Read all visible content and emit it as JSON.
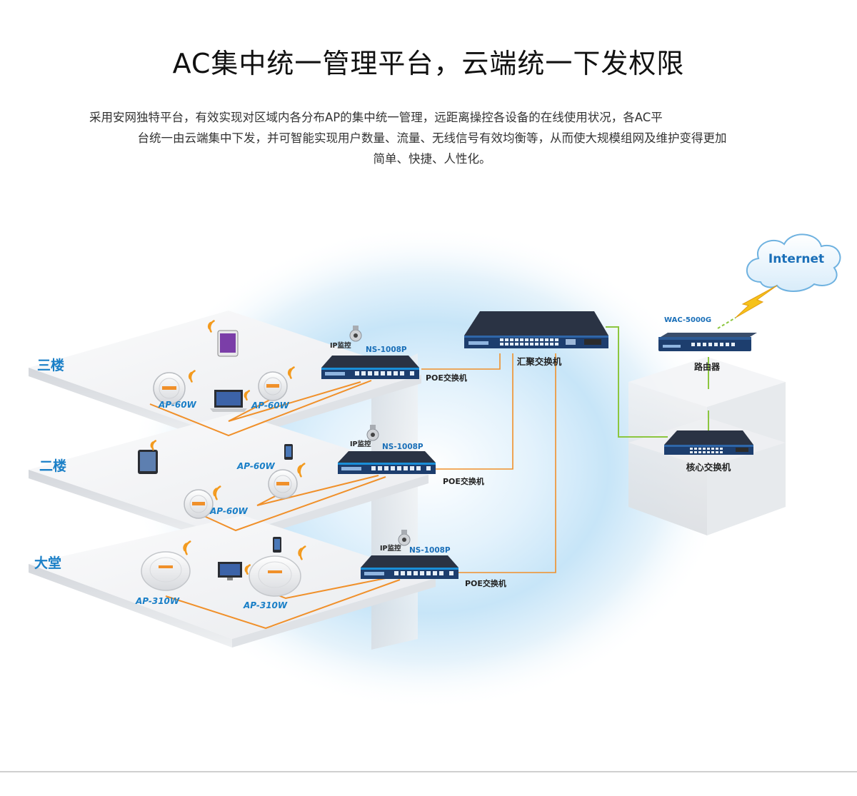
{
  "title": "AC集中统一管理平台，云端统一下发权限",
  "intro": {
    "line1": "采用安网独特平台，有效实现对区域内各分布AP的集中统一管理，远距离操控各设备的在线使用状况，各AC平",
    "line2": "台统一由云端集中下发，并可智能实现用户数量、流量、无线信号有效均衡等，从而使大规模组网及维护变得更加",
    "line3": "简单、快捷、人性化。"
  },
  "diagram": {
    "cloud_label": "Internet",
    "router_model": "WAC-5000G",
    "router_label": "路由器",
    "core_switch_label": "核心交换机",
    "aggregation_switch_label": "汇聚交换机",
    "floors": [
      {
        "name": "三楼",
        "camera_label": "IP监控",
        "switch_model": "NS-1008P",
        "switch_label": "POE交换机",
        "ap_labels": [
          "AP-60W",
          "AP-60W"
        ]
      },
      {
        "name": "二楼",
        "camera_label": "IP监控",
        "switch_model": "NS-1008P",
        "switch_label": "POE交换机",
        "ap_labels": [
          "AP-60W",
          "AP-60W"
        ]
      },
      {
        "name": "大堂",
        "camera_label": "IP监控",
        "switch_model": "NS-1008P",
        "switch_label": "POE交换机",
        "ap_labels": [
          "AP-310W",
          "AP-310W"
        ]
      }
    ],
    "colors": {
      "floor_label": "#1a7fc7",
      "ap_label": "#1a7fc7",
      "cable": "#f0902a",
      "uplink": "#8cc63f",
      "switch_body": "#1d3e6e",
      "switch_accent": "#1a8fd8",
      "signal": "#f39a1e",
      "lightning": "#f6c21a"
    }
  }
}
